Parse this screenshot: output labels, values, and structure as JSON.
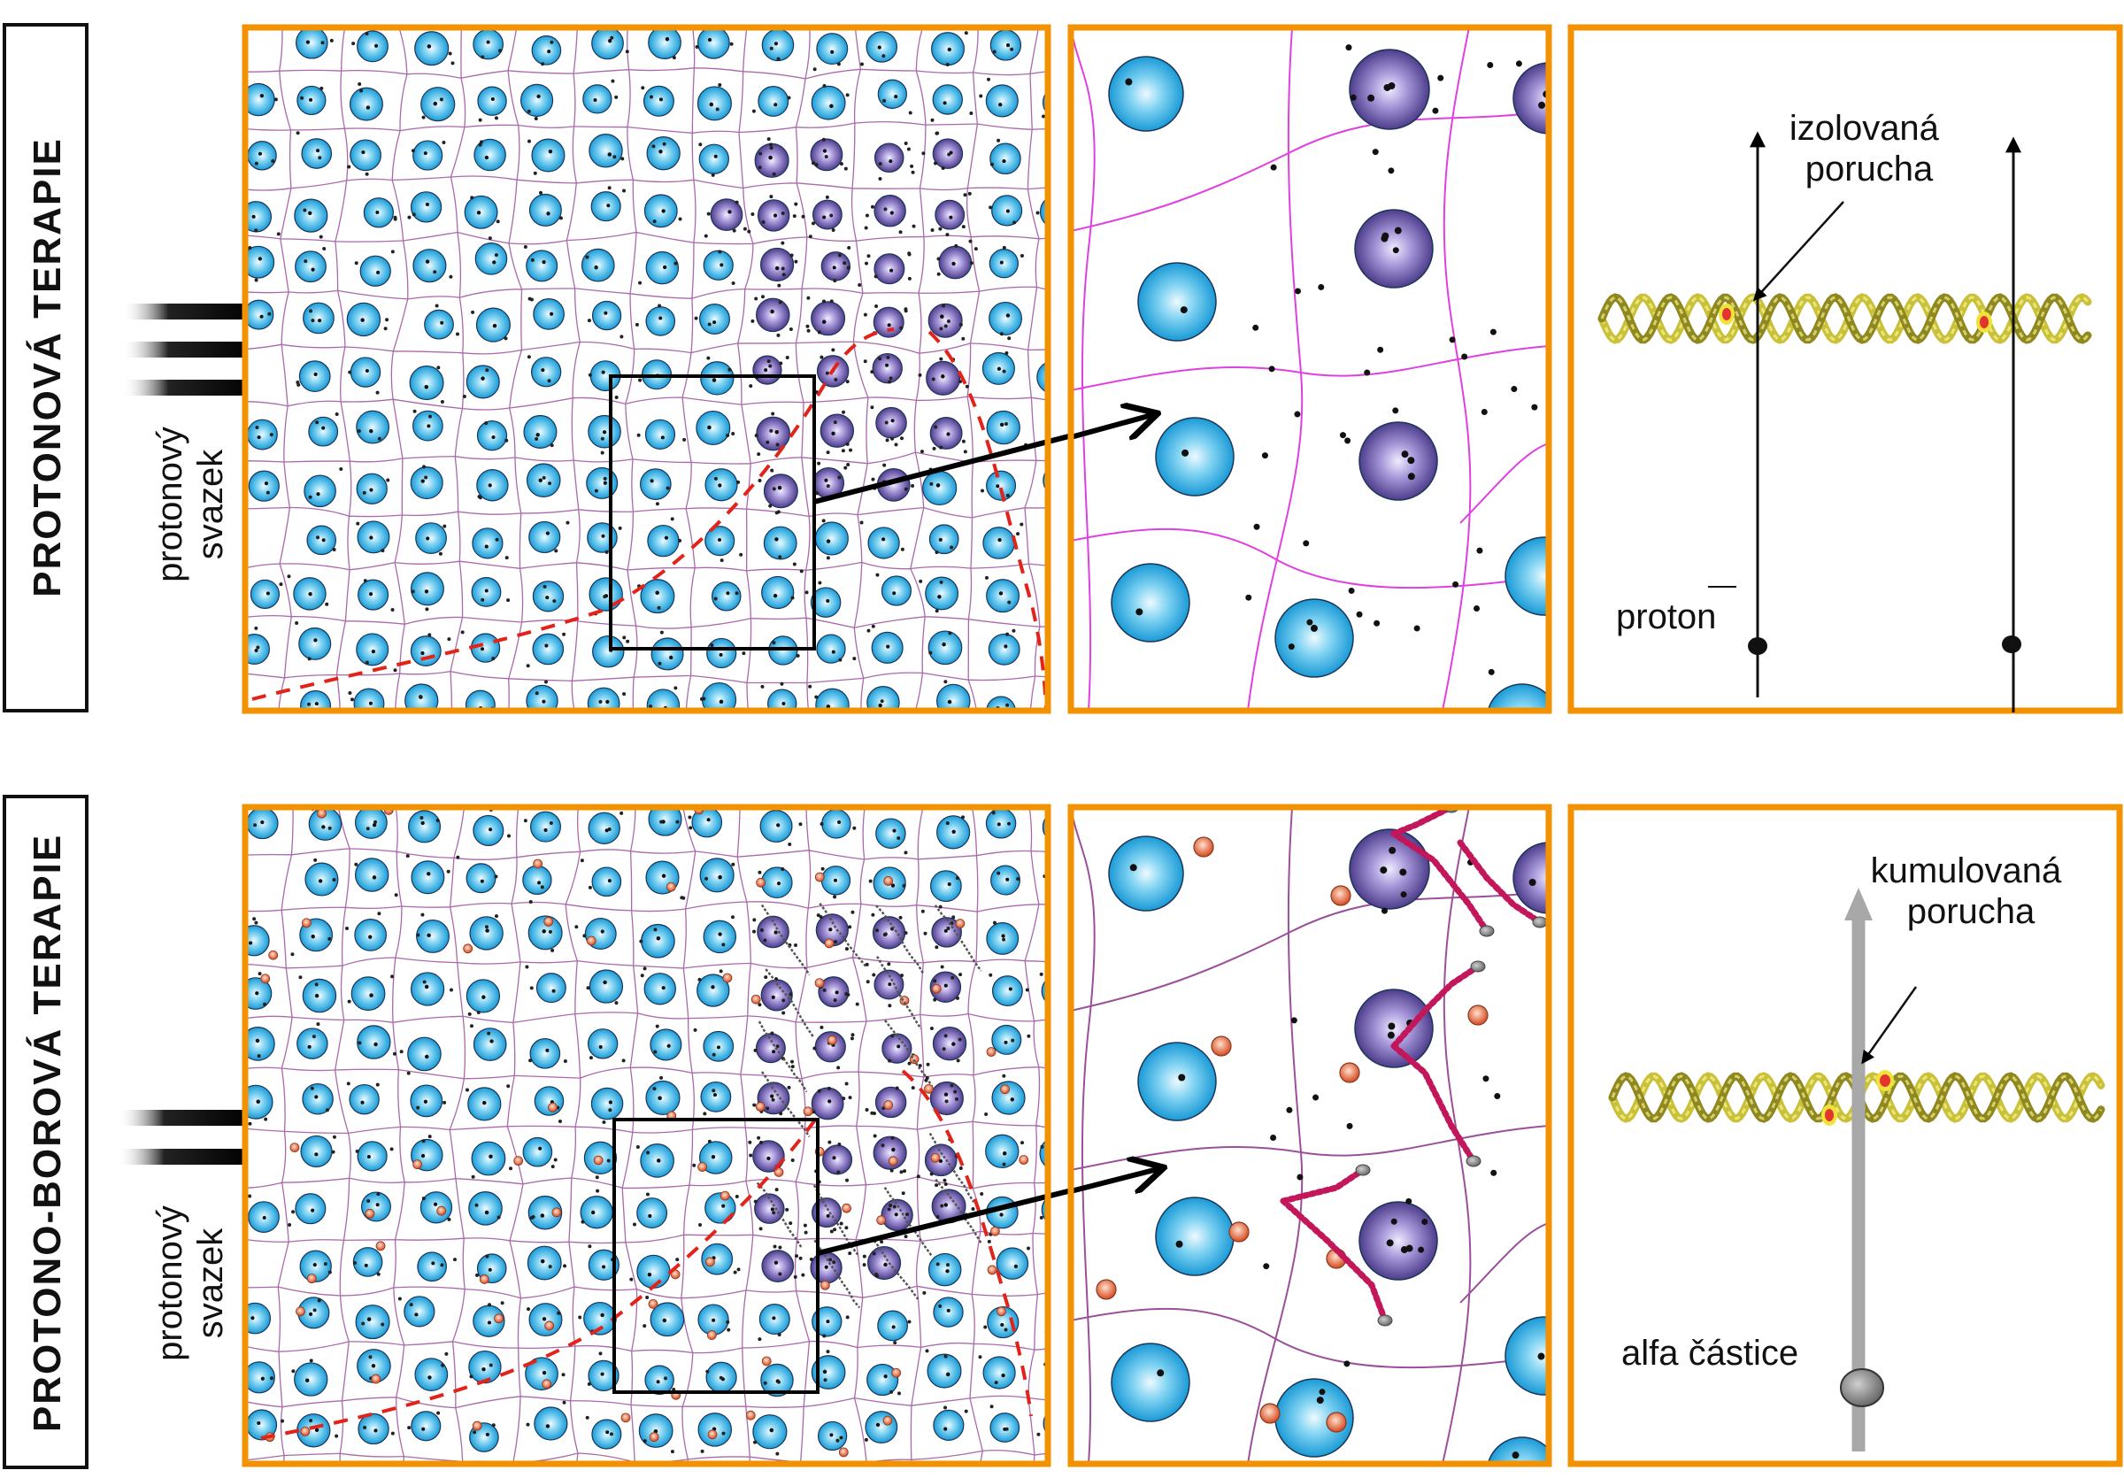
{
  "rows": [
    {
      "title": "PROTONOVÁ TERAPIE",
      "beam_label_line1": "protonový",
      "beam_label_line2": "svazek",
      "damage_label_line1": "izolovaná",
      "damage_label_line2": "porucha",
      "particle_label": "proton"
    },
    {
      "title": "PROTONO-BOROVÁ TERAPIE",
      "beam_label_line1": "protonový",
      "beam_label_line2": "svazek",
      "damage_label_line1": "kumulovaná",
      "damage_label_line2": "porucha",
      "particle_label": "alfa částice"
    }
  ],
  "colors": {
    "panel_border": "#f39200",
    "cell_membrane": "#9b4f9b",
    "zoom_membrane": "#e040e0",
    "healthy_nucleus": "#29a9df",
    "damaged_nucleus": "#6a5aa8",
    "tumor_boundary": "#e2231a",
    "boron": "#e8734a",
    "alpha_track": "#c2185b",
    "dna": "#b8b02a",
    "damage_mark": "#e3342f",
    "proton_track": "#111111",
    "alpha_particle_track": "#a8a8a8"
  }
}
